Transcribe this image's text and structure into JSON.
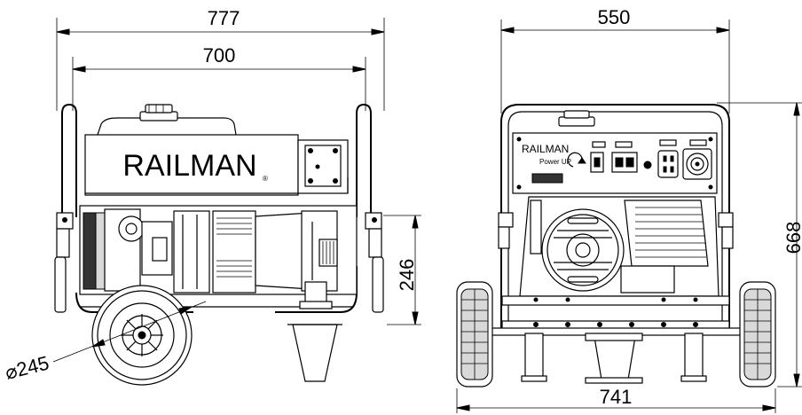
{
  "side_view": {
    "brand_label": "RAILMAN",
    "registered_mark": "®",
    "dim_overall_width": "777",
    "dim_frame_width": "700",
    "dim_handle_height": "246",
    "dim_wheel_diameter": "⌀245"
  },
  "front_view": {
    "brand_label": "RAILMAN",
    "power_up_label": "Power UP",
    "dim_frame_width": "550",
    "dim_wheel_track": "741",
    "dim_overall_height": "668"
  }
}
